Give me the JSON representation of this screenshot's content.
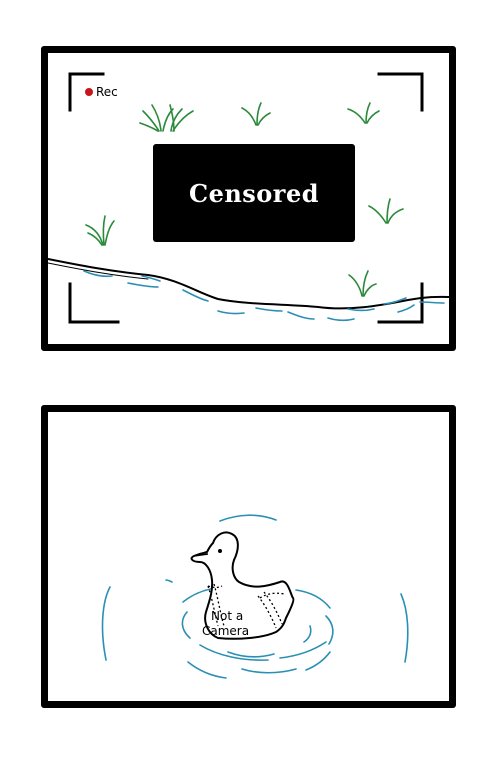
{
  "top_panel": {
    "rec_label": "Rec",
    "censor_text": "Censored",
    "colors": {
      "rec_dot": "#c8151b",
      "grass": "#2a8a3a",
      "water": "#2a8fb4"
    }
  },
  "bottom_panel": {
    "duck_label_line1": "Not a",
    "duck_label_line2": "Camera",
    "colors": {
      "ripples": "#2a8fb4"
    }
  }
}
